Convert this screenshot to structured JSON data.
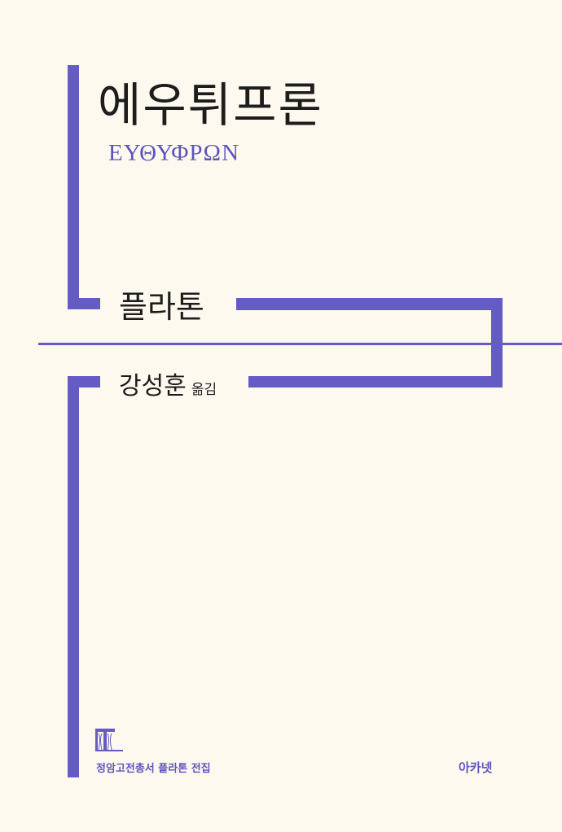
{
  "cover": {
    "title": "에우튀프론",
    "greek_title": "ΕΥΘΥΦΡΩΝ",
    "author": "플라톤",
    "translator": "강성훈",
    "translator_suffix": "옮김",
    "series": "정암고전총서 플라톤 전집",
    "publisher": "아카넷",
    "accent_color": "#655bc4",
    "background_color": "#fef9ee"
  }
}
